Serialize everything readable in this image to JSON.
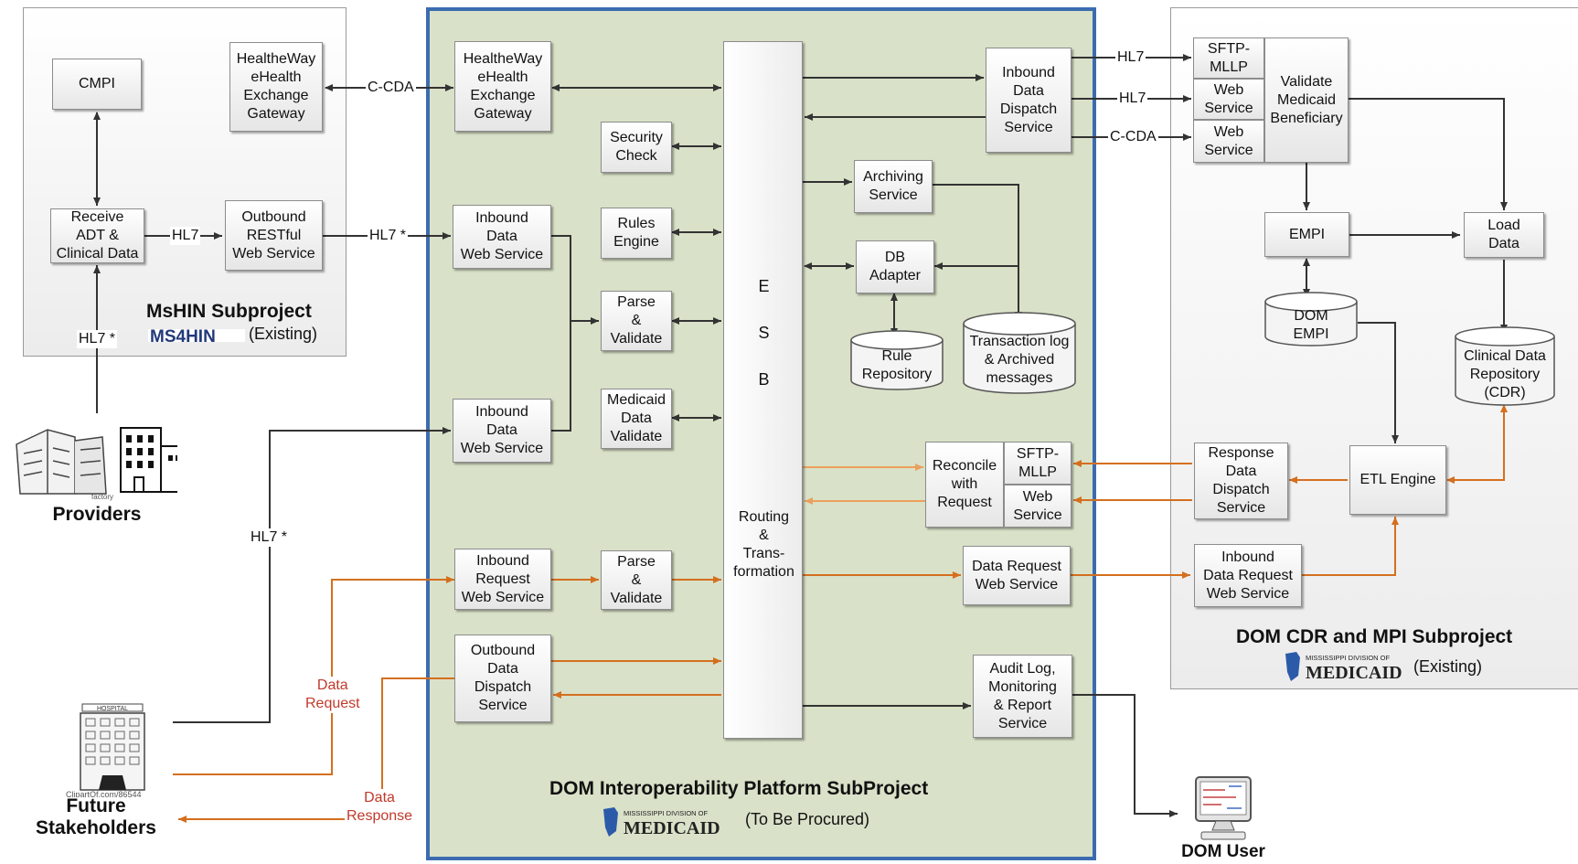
{
  "panels": {
    "mshin": {
      "title": "MsHIN Subproject",
      "status": "(Existing)",
      "logo_text": "MS4HIN"
    },
    "dom": {
      "title": "DOM Interoperability Platform SubProject",
      "status": "(To Be Procured)",
      "logo_small": "MISSISSIPPI DIVISION OF",
      "logo_big": "MEDICAID"
    },
    "cdr": {
      "title": "DOM CDR and MPI Subproject",
      "status": "(Existing)",
      "logo_small": "MISSISSIPPI DIVISION OF",
      "logo_big": "MEDICAID"
    }
  },
  "boxes": {
    "cmpi": "CMPI",
    "mshin_gateway": "HealtheWay\neHealth\nExchange\nGateway",
    "receive_adt": "Receive\nADT &\nClinical Data",
    "outbound_restful": "Outbound\nRESTful\nWeb Service",
    "dom_gateway": "HealtheWay\neHealth\nExchange\nGateway",
    "security_check": "Security\nCheck",
    "rules_engine": "Rules\nEngine",
    "parse_validate_1": "Parse\n&\nValidate",
    "medicaid_data_validate": "Medicaid\nData\nValidate",
    "inbound_data_ws_1": "Inbound\nData\nWeb Service",
    "inbound_data_ws_2": "Inbound\nData\nWeb Service",
    "inbound_request_ws": "Inbound\nRequest\nWeb Service",
    "parse_validate_2": "Parse\n&\nValidate",
    "outbound_data_dispatch": "Outbound\nData\nDispatch\nService",
    "inbound_data_dispatch": "Inbound\nData\nDispatch\nService",
    "archiving_service": "Archiving\nService",
    "db_adapter": "DB\nAdapter",
    "reconcile": "Reconcile\nwith\nRequest",
    "sftp_mllp_mid": "SFTP-\nMLLP",
    "web_service_mid": "Web\nService",
    "data_request_ws": "Data Request\nWeb Service",
    "audit_log": "Audit Log,\nMonitoring\n& Report\nService",
    "sftp_mllp_top": "SFTP-\nMLLP",
    "web_service_top_1": "Web\nService",
    "web_service_top_2": "Web\nService",
    "validate_beneficiary": "Validate\nMedicaid\nBeneficiary",
    "empi": "EMPI",
    "load_data": "Load\nData",
    "response_dispatch": "Response\nData\nDispatch\nService",
    "etl_engine": "ETL Engine",
    "inbound_data_request_ws": "Inbound\nData Request\nWeb Service"
  },
  "esb": {
    "letters": [
      "E",
      "S",
      "B"
    ],
    "routing": "Routing\n&\nTrans-\nformation"
  },
  "cylinders": {
    "rule_repository": "Rule\nRepository",
    "transaction_log": "Transaction log\n& Archived\nmessages",
    "dom_empi": "DOM\nEMPI",
    "cdr": "Clinical Data\nRepository\n(CDR)"
  },
  "edge_labels": {
    "c_cda_gateway": "C-CDA",
    "hl7_receive": "HL7",
    "hl7_star_outbound": "HL7 *",
    "hl7_star_providers": "HL7 *",
    "hl7_star_future": "HL7 *",
    "hl7_out_1": "HL7",
    "hl7_out_2": "HL7",
    "c_cda_out": "C-CDA",
    "data_request": "Data\nRequest",
    "data_response": "Data\nResponse"
  },
  "actors": {
    "providers": "Providers",
    "future_stakeholders": "Future\nStakeholders",
    "dom_user": "DOM User",
    "hospital_sign": "HOSPITAL",
    "clipart": "ClipartOf.com/86544",
    "factory_label": "factory"
  },
  "colors": {
    "dark_line": "#333333",
    "orange_line": "#d46f1f",
    "light_orange_line": "#eba05d",
    "dom_border": "#3c6cb0",
    "dom_fill": "#d9e1c8",
    "red_text": "#c0392b"
  }
}
